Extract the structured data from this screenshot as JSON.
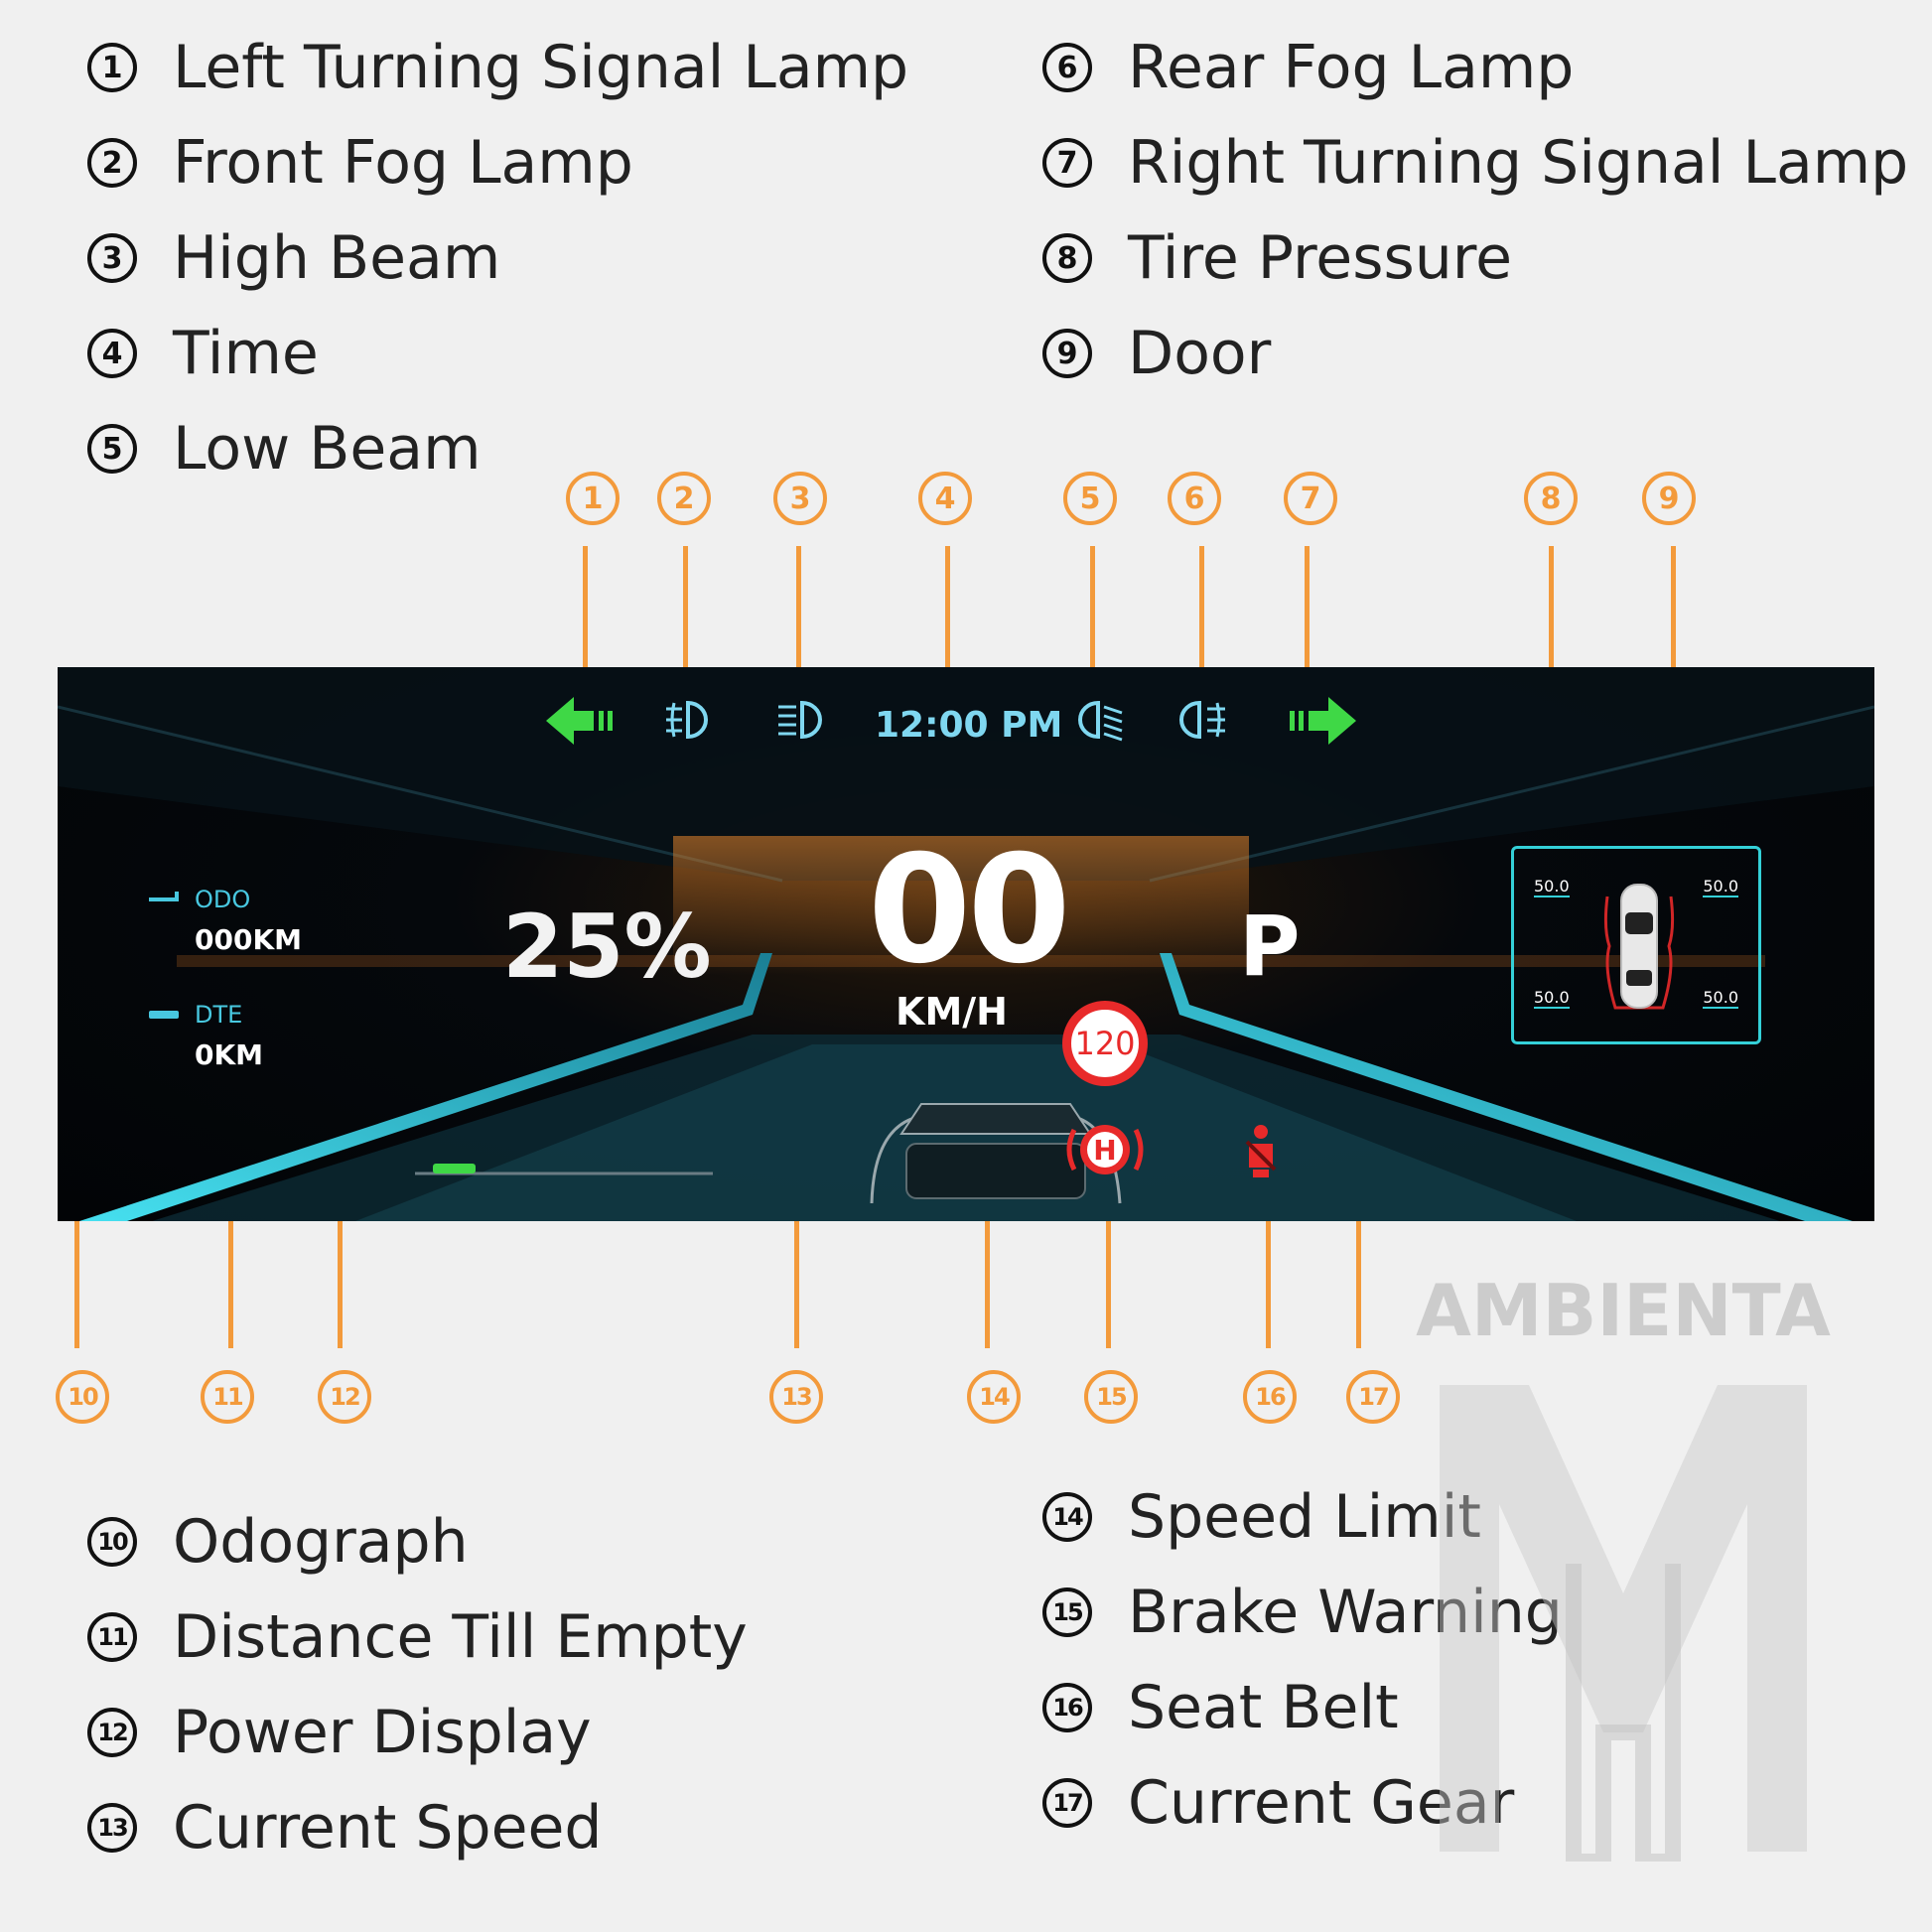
{
  "legend_top_left": [
    {
      "num": "1",
      "label": "Left Turning Signal Lamp"
    },
    {
      "num": "2",
      "label": "Front Fog Lamp"
    },
    {
      "num": "3",
      "label": "High Beam"
    },
    {
      "num": "4",
      "label": "Time"
    },
    {
      "num": "5",
      "label": "Low Beam"
    }
  ],
  "legend_top_right": [
    {
      "num": "6",
      "label": "Rear Fog Lamp"
    },
    {
      "num": "7",
      "label": "Right Turning Signal Lamp"
    },
    {
      "num": "8",
      "label": "Tire Pressure"
    },
    {
      "num": "9",
      "label": "Door"
    }
  ],
  "legend_bottom_left": [
    {
      "num": "10",
      "label": "Odograph"
    },
    {
      "num": "11",
      "label": "Distance Till Empty"
    },
    {
      "num": "12",
      "label": "Power Display"
    },
    {
      "num": "13",
      "label": "Current Speed"
    }
  ],
  "legend_bottom_right": [
    {
      "num": "14",
      "label": "Speed Limit"
    },
    {
      "num": "15",
      "label": "Brake Warning"
    },
    {
      "num": "16",
      "label": "Seat Belt"
    },
    {
      "num": "17",
      "label": "Current Gear"
    }
  ],
  "callouts": [
    "1",
    "2",
    "3",
    "4",
    "5",
    "6",
    "7",
    "8",
    "9",
    "10",
    "11",
    "12",
    "13",
    "14",
    "15",
    "16",
    "17"
  ],
  "dashboard": {
    "time": "12:00 PM",
    "odo_label": "ODO",
    "odo_value": "000KM",
    "dte_label": "DTE",
    "dte_value": "0KM",
    "power": "25%",
    "power_level": 0.25,
    "speed": "00",
    "speed_unit": "KM/H",
    "speed_limit": "120",
    "gear": "P",
    "brake_symbol": "H",
    "tire_pressures": {
      "front_left": "50.0",
      "front_right": "50.0",
      "rear_left": "50.0",
      "rear_right": "50.0"
    }
  },
  "icons": {
    "left_turn": "left-arrow-icon",
    "front_fog": "front-fog-icon",
    "high_beam": "high-beam-icon",
    "low_beam": "low-beam-icon",
    "rear_fog": "rear-fog-icon",
    "right_turn": "right-arrow-icon",
    "brake": "brake-warning-icon",
    "seat_belt": "seat-belt-icon"
  },
  "colors": {
    "accent": "#f39a3b",
    "cyan": "#34d0d8",
    "green": "#3fd846",
    "warning_red": "#e82a2a"
  },
  "watermark": {
    "brand": "AMBIENTA"
  }
}
